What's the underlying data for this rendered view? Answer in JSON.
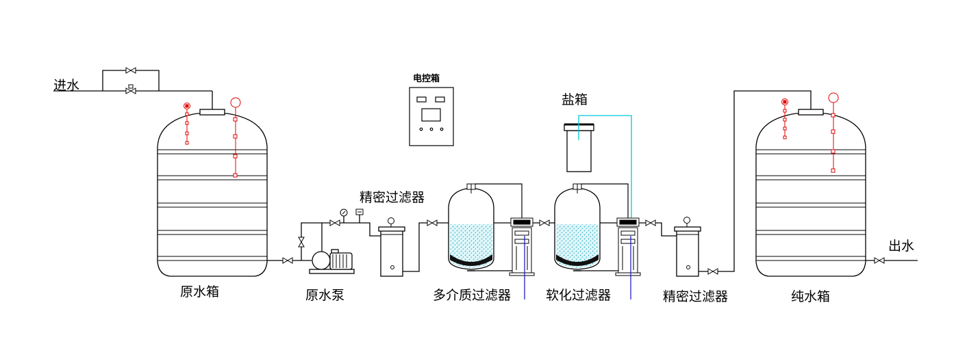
{
  "labels": {
    "inlet": "进水",
    "outlet": "出水",
    "raw_tank": "原水箱",
    "raw_pump": "原水泵",
    "precision_filter_1": "精密过滤器",
    "control_box": "电控箱",
    "multimedia_filter": "多介质过滤器",
    "salt_tank": "盐箱",
    "softener": "软化过滤器",
    "precision_filter_2": "精密过滤器",
    "pure_tank": "纯水箱"
  },
  "colors": {
    "line": "#000000",
    "instrument": "#e00000",
    "media": "#33bbcc",
    "brine_line": "#00c8dc",
    "drain_line": "#2020c0"
  }
}
